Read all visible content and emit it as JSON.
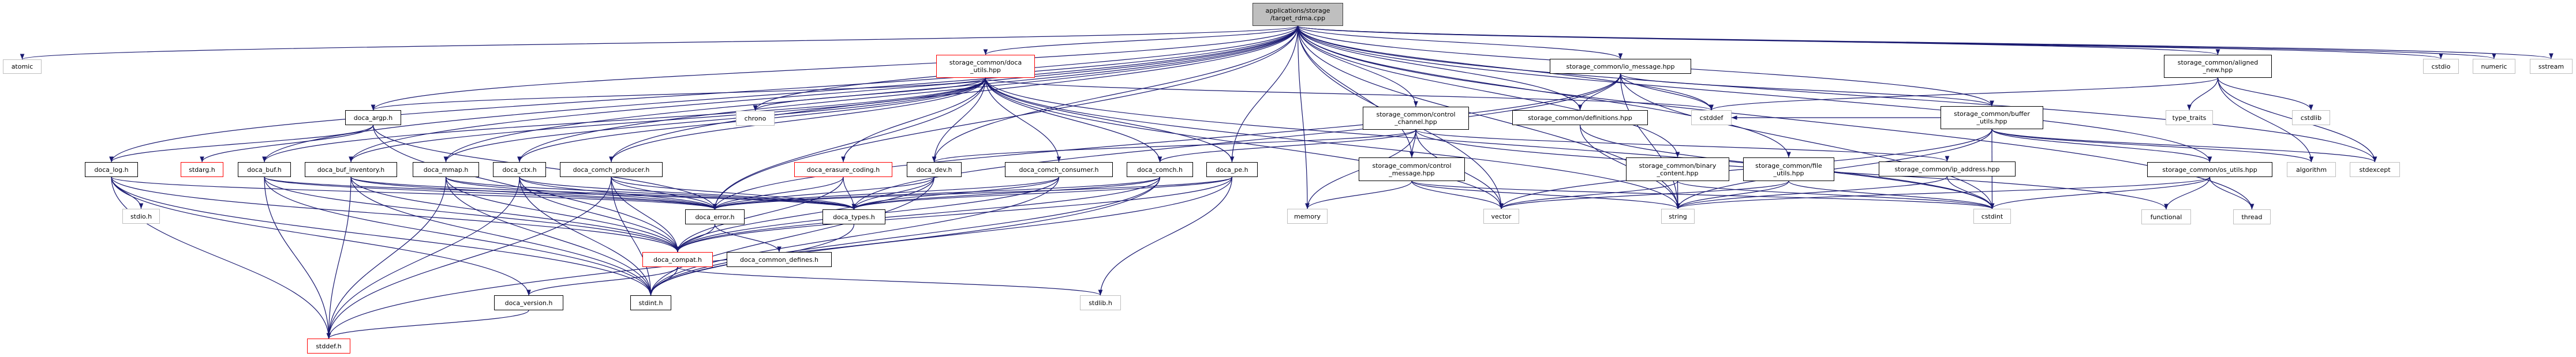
{
  "graph": {
    "title": "applications/storage/target_rdma.cpp include dependency graph",
    "edge_color": "#191970",
    "nodes": [
      {
        "id": "root",
        "label": "applications/storage\n/target_rdma.cpp",
        "kind": "root"
      },
      {
        "id": "atomic",
        "label": "atomic",
        "kind": "sys"
      },
      {
        "id": "doca_argp",
        "label": "doca_argp.h",
        "kind": "doc"
      },
      {
        "id": "doca_log",
        "label": "doca_log.h",
        "kind": "doc"
      },
      {
        "id": "stdarg",
        "label": "stdarg.h",
        "kind": "red"
      },
      {
        "id": "doca_buf",
        "label": "doca_buf.h",
        "kind": "doc"
      },
      {
        "id": "doca_buf_inventory",
        "label": "doca_buf_inventory.h",
        "kind": "doc"
      },
      {
        "id": "doca_mmap",
        "label": "doca_mmap.h",
        "kind": "doc"
      },
      {
        "id": "doca_ctx",
        "label": "doca_ctx.h",
        "kind": "doc"
      },
      {
        "id": "doca_comch_producer",
        "label": "doca_comch_producer.h",
        "kind": "doc"
      },
      {
        "id": "stdio",
        "label": "stdio.h",
        "kind": "sys"
      },
      {
        "id": "doca_utils",
        "label": "storage_common/doca\n_utils.hpp",
        "kind": "red"
      },
      {
        "id": "chrono",
        "label": "chrono",
        "kind": "sys"
      },
      {
        "id": "doca_erasure_coding",
        "label": "doca_erasure_coding.h",
        "kind": "red"
      },
      {
        "id": "doca_dev",
        "label": "doca_dev.h",
        "kind": "doc"
      },
      {
        "id": "doca_comch_consumer",
        "label": "doca_comch_consumer.h",
        "kind": "doc"
      },
      {
        "id": "doca_comch",
        "label": "doca_comch.h",
        "kind": "doc"
      },
      {
        "id": "doca_pe",
        "label": "doca_pe.h",
        "kind": "doc"
      },
      {
        "id": "doca_error",
        "label": "doca_error.h",
        "kind": "doc"
      },
      {
        "id": "doca_types",
        "label": "doca_types.h",
        "kind": "doc"
      },
      {
        "id": "doca_compat",
        "label": "doca_compat.h",
        "kind": "red"
      },
      {
        "id": "doca_common_defines",
        "label": "doca_common_defines.h",
        "kind": "doc"
      },
      {
        "id": "doca_version",
        "label": "doca_version.h",
        "kind": "doc"
      },
      {
        "id": "stdint",
        "label": "stdint.h",
        "kind": "doc"
      },
      {
        "id": "stddef",
        "label": "stddef.h",
        "kind": "red"
      },
      {
        "id": "stdlib",
        "label": "stdlib.h",
        "kind": "sys"
      },
      {
        "id": "control_channel",
        "label": "storage_common/control\n_channel.hpp",
        "kind": "doc"
      },
      {
        "id": "control_message",
        "label": "storage_common/control\n_message.hpp",
        "kind": "doc"
      },
      {
        "id": "memory",
        "label": "memory",
        "kind": "sys"
      },
      {
        "id": "vector",
        "label": "vector",
        "kind": "sys"
      },
      {
        "id": "io_message",
        "label": "storage_common/io_message.hpp",
        "kind": "doc"
      },
      {
        "id": "definitions",
        "label": "storage_common/definitions.hpp",
        "kind": "doc"
      },
      {
        "id": "cstddef",
        "label": "cstddef",
        "kind": "sys"
      },
      {
        "id": "binary_content",
        "label": "storage_common/binary\n_content.hpp",
        "kind": "doc"
      },
      {
        "id": "string",
        "label": "string",
        "kind": "sys"
      },
      {
        "id": "file_utils",
        "label": "storage_common/file\n_utils.hpp",
        "kind": "doc"
      },
      {
        "id": "ip_address",
        "label": "storage_common/ip_address.hpp",
        "kind": "doc"
      },
      {
        "id": "cstdint",
        "label": "cstdint",
        "kind": "sys"
      },
      {
        "id": "buffer_utils",
        "label": "storage_common/buffer\n_utils.hpp",
        "kind": "doc"
      },
      {
        "id": "os_utils",
        "label": "storage_common/os_utils.hpp",
        "kind": "doc"
      },
      {
        "id": "functional",
        "label": "functional",
        "kind": "sys"
      },
      {
        "id": "thread",
        "label": "thread",
        "kind": "sys"
      },
      {
        "id": "algorithm",
        "label": "algorithm",
        "kind": "sys"
      },
      {
        "id": "stdexcept",
        "label": "stdexcept",
        "kind": "sys"
      },
      {
        "id": "aligned_new",
        "label": "storage_common/aligned\n_new.hpp",
        "kind": "doc"
      },
      {
        "id": "type_traits",
        "label": "type_traits",
        "kind": "sys"
      },
      {
        "id": "cstdlib",
        "label": "cstdlib",
        "kind": "sys"
      },
      {
        "id": "cstdio",
        "label": "cstdio",
        "kind": "sys"
      },
      {
        "id": "numeric",
        "label": "numeric",
        "kind": "sys"
      },
      {
        "id": "sstream",
        "label": "sstream",
        "kind": "sys"
      }
    ],
    "edges": [
      [
        "root",
        "atomic"
      ],
      [
        "root",
        "doca_argp"
      ],
      [
        "root",
        "doca_log"
      ],
      [
        "root",
        "doca_buf"
      ],
      [
        "root",
        "doca_buf_inventory"
      ],
      [
        "root",
        "doca_mmap"
      ],
      [
        "root",
        "doca_ctx"
      ],
      [
        "root",
        "doca_comch_producer"
      ],
      [
        "root",
        "doca_utils"
      ],
      [
        "root",
        "chrono"
      ],
      [
        "root",
        "doca_error"
      ],
      [
        "root",
        "doca_dev"
      ],
      [
        "root",
        "doca_pe"
      ],
      [
        "root",
        "control_channel"
      ],
      [
        "root",
        "control_message"
      ],
      [
        "root",
        "memory"
      ],
      [
        "root",
        "io_message"
      ],
      [
        "root",
        "definitions"
      ],
      [
        "root",
        "cstddef"
      ],
      [
        "root",
        "binary_content"
      ],
      [
        "root",
        "file_utils"
      ],
      [
        "root",
        "buffer_utils"
      ],
      [
        "root",
        "os_utils"
      ],
      [
        "root",
        "aligned_new"
      ],
      [
        "root",
        "stdexcept"
      ],
      [
        "root",
        "thread"
      ],
      [
        "root",
        "cstdio"
      ],
      [
        "root",
        "numeric"
      ],
      [
        "root",
        "sstream"
      ],
      [
        "root",
        "string"
      ],
      [
        "root",
        "vector"
      ],
      [
        "doca_argp",
        "doca_log"
      ],
      [
        "doca_argp",
        "stdarg"
      ],
      [
        "doca_argp",
        "doca_error"
      ],
      [
        "doca_argp",
        "doca_compat"
      ],
      [
        "doca_log",
        "stdio"
      ],
      [
        "doca_log",
        "doca_compat"
      ],
      [
        "doca_log",
        "doca_error"
      ],
      [
        "doca_log",
        "stdint"
      ],
      [
        "doca_log",
        "stddef"
      ],
      [
        "doca_log",
        "doca_version"
      ],
      [
        "doca_buf",
        "doca_error"
      ],
      [
        "doca_buf",
        "doca_types"
      ],
      [
        "doca_buf",
        "doca_compat"
      ],
      [
        "doca_buf",
        "stdint"
      ],
      [
        "doca_buf",
        "stddef"
      ],
      [
        "doca_buf_inventory",
        "doca_error"
      ],
      [
        "doca_buf_inventory",
        "doca_types"
      ],
      [
        "doca_buf_inventory",
        "doca_compat"
      ],
      [
        "doca_buf_inventory",
        "stdint"
      ],
      [
        "doca_buf_inventory",
        "stddef"
      ],
      [
        "doca_mmap",
        "doca_error"
      ],
      [
        "doca_mmap",
        "doca_types"
      ],
      [
        "doca_mmap",
        "doca_compat"
      ],
      [
        "doca_mmap",
        "stdint"
      ],
      [
        "doca_mmap",
        "stddef"
      ],
      [
        "doca_ctx",
        "doca_error"
      ],
      [
        "doca_ctx",
        "doca_types"
      ],
      [
        "doca_ctx",
        "doca_compat"
      ],
      [
        "doca_ctx",
        "stdint"
      ],
      [
        "doca_ctx",
        "stddef"
      ],
      [
        "doca_comch_producer",
        "doca_error"
      ],
      [
        "doca_comch_producer",
        "doca_types"
      ],
      [
        "doca_comch_producer",
        "doca_compat"
      ],
      [
        "doca_comch_producer",
        "stdint"
      ],
      [
        "doca_comch_producer",
        "stddef"
      ],
      [
        "doca_utils",
        "chrono"
      ],
      [
        "doca_utils",
        "doca_argp"
      ],
      [
        "doca_utils",
        "doca_buf"
      ],
      [
        "doca_utils",
        "doca_buf_inventory"
      ],
      [
        "doca_utils",
        "doca_mmap"
      ],
      [
        "doca_utils",
        "doca_ctx"
      ],
      [
        "doca_utils",
        "doca_comch_producer"
      ],
      [
        "doca_utils",
        "doca_erasure_coding"
      ],
      [
        "doca_utils",
        "doca_dev"
      ],
      [
        "doca_utils",
        "doca_comch_consumer"
      ],
      [
        "doca_utils",
        "doca_comch"
      ],
      [
        "doca_utils",
        "doca_pe"
      ],
      [
        "doca_utils",
        "doca_error"
      ],
      [
        "doca_utils",
        "cstdint"
      ],
      [
        "doca_utils",
        "string"
      ],
      [
        "doca_utils",
        "vector"
      ],
      [
        "doca_utils",
        "cstddef"
      ],
      [
        "doca_erasure_coding",
        "doca_error"
      ],
      [
        "doca_erasure_coding",
        "doca_types"
      ],
      [
        "doca_erasure_coding",
        "doca_compat"
      ],
      [
        "doca_dev",
        "doca_error"
      ],
      [
        "doca_dev",
        "doca_types"
      ],
      [
        "doca_dev",
        "doca_compat"
      ],
      [
        "doca_dev",
        "stdint"
      ],
      [
        "doca_comch_consumer",
        "doca_error"
      ],
      [
        "doca_comch_consumer",
        "doca_types"
      ],
      [
        "doca_comch_consumer",
        "doca_compat"
      ],
      [
        "doca_comch_consumer",
        "stdint"
      ],
      [
        "doca_comch",
        "doca_error"
      ],
      [
        "doca_comch",
        "doca_types"
      ],
      [
        "doca_comch",
        "doca_compat"
      ],
      [
        "doca_comch",
        "stdint"
      ],
      [
        "doca_comch",
        "stddef"
      ],
      [
        "doca_pe",
        "doca_error"
      ],
      [
        "doca_pe",
        "doca_types"
      ],
      [
        "doca_pe",
        "doca_compat"
      ],
      [
        "doca_pe",
        "stdint"
      ],
      [
        "doca_pe",
        "stdlib"
      ],
      [
        "doca_error",
        "doca_compat"
      ],
      [
        "doca_error",
        "doca_common_defines"
      ],
      [
        "doca_types",
        "stdint"
      ],
      [
        "doca_compat",
        "doca_version"
      ],
      [
        "doca_compat",
        "stdint"
      ],
      [
        "doca_compat",
        "stdlib"
      ],
      [
        "doca_version",
        "stddef"
      ],
      [
        "control_channel",
        "doca_comch"
      ],
      [
        "control_channel",
        "doca_dev"
      ],
      [
        "control_channel",
        "control_message"
      ],
      [
        "control_channel",
        "memory"
      ],
      [
        "control_channel",
        "vector"
      ],
      [
        "control_channel",
        "ip_address"
      ],
      [
        "control_channel",
        "functional"
      ],
      [
        "control_message",
        "memory"
      ],
      [
        "control_message",
        "vector"
      ],
      [
        "control_message",
        "string"
      ],
      [
        "control_message",
        "cstdint"
      ],
      [
        "io_message",
        "definitions"
      ],
      [
        "io_message",
        "cstddef"
      ],
      [
        "io_message",
        "cstdint"
      ],
      [
        "io_message",
        "doca_types"
      ],
      [
        "io_message",
        "doca_error"
      ],
      [
        "io_message",
        "string"
      ],
      [
        "io_message",
        "buffer_utils"
      ],
      [
        "definitions",
        "string"
      ],
      [
        "definitions",
        "cstdint"
      ],
      [
        "binary_content",
        "vector"
      ],
      [
        "binary_content",
        "string"
      ],
      [
        "binary_content",
        "cstdint"
      ],
      [
        "file_utils",
        "vector"
      ],
      [
        "file_utils",
        "string"
      ],
      [
        "file_utils",
        "cstdint"
      ],
      [
        "ip_address",
        "string"
      ],
      [
        "ip_address",
        "cstdint"
      ],
      [
        "buffer_utils",
        "cstddef"
      ],
      [
        "buffer_utils",
        "cstdint"
      ],
      [
        "buffer_utils",
        "string"
      ],
      [
        "buffer_utils",
        "algorithm"
      ],
      [
        "buffer_utils",
        "stdexcept"
      ],
      [
        "buffer_utils",
        "os_utils"
      ],
      [
        "buffer_utils",
        "vector"
      ],
      [
        "os_utils",
        "functional"
      ],
      [
        "os_utils",
        "thread"
      ],
      [
        "os_utils",
        "string"
      ],
      [
        "os_utils",
        "cstdint"
      ],
      [
        "aligned_new",
        "type_traits"
      ],
      [
        "aligned_new",
        "cstdlib"
      ],
      [
        "aligned_new",
        "algorithm"
      ],
      [
        "aligned_new",
        "stdexcept"
      ],
      [
        "aligned_new",
        "cstddef"
      ]
    ]
  }
}
